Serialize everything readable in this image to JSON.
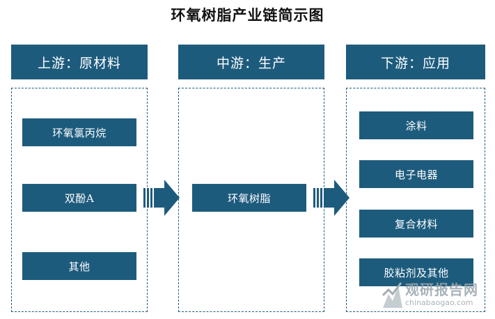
{
  "title": "环氧树脂产业链简示图",
  "upstream": {
    "header": "上游：原材料",
    "items": [
      "环氧氯丙烷",
      "双酚A",
      "其他"
    ]
  },
  "midstream": {
    "header": "中游：生产",
    "items": [
      "环氧树脂"
    ]
  },
  "downstream": {
    "header": "下游：应用",
    "items": [
      "涂料",
      "电子电器",
      "复合材料",
      "胶粘剂及其他"
    ]
  },
  "watermark": {
    "cn": "观研报告网",
    "en": "chinabaogao.com"
  },
  "colors": {
    "primary": "#1d5b7d",
    "background": "#ffffff"
  }
}
